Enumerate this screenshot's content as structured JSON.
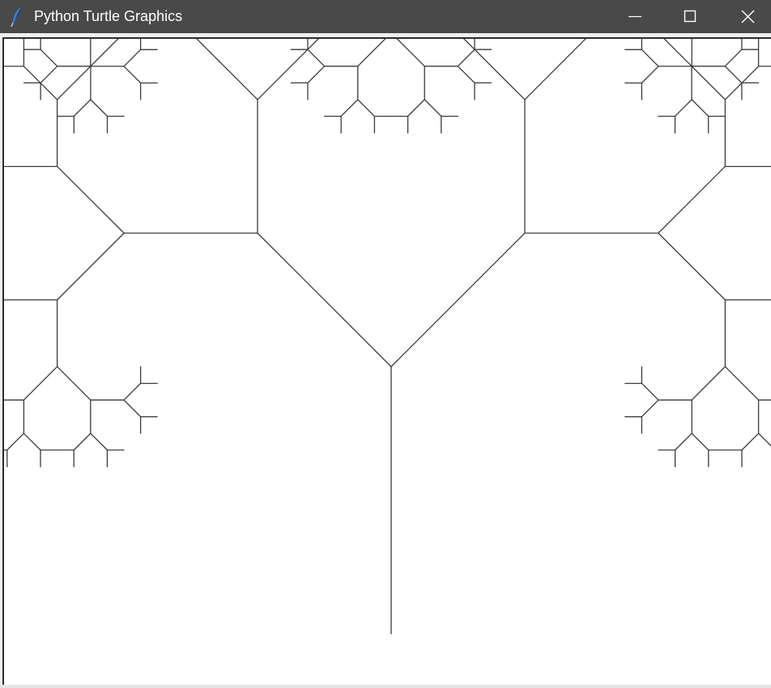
{
  "window": {
    "title": "Python Turtle Graphics",
    "icon": "python-feather-icon",
    "controls": [
      "minimize-icon",
      "maximize-icon",
      "close-icon"
    ]
  },
  "canvas": {
    "background": "#ffffff",
    "line_color": "#3a3a3a",
    "drawing": "fractal tree",
    "recursion_levels": 8,
    "branch_angle_degrees": 45,
    "length_ratio": 0.707
  }
}
